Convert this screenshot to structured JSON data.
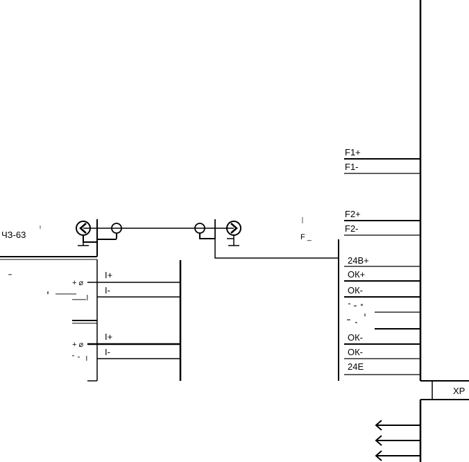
{
  "device_label": "ЧЗ-63",
  "right_block_label": "XP",
  "upper_terminals": [
    "F1+",
    "F1-",
    "F2+",
    "F2-"
  ],
  "lower_terminals": [
    "24В+",
    "ОК+",
    "ОК-",
    "ОК-",
    "ОК-",
    "24Е"
  ],
  "channel_1": {
    "plus_label": "I+",
    "minus_label": "I-",
    "marker": "+ ⌀"
  },
  "channel_2": {
    "plus_label": "I+",
    "minus_label": "I-",
    "marker": "+ ⌀"
  },
  "faint_marks": [
    "F _"
  ]
}
